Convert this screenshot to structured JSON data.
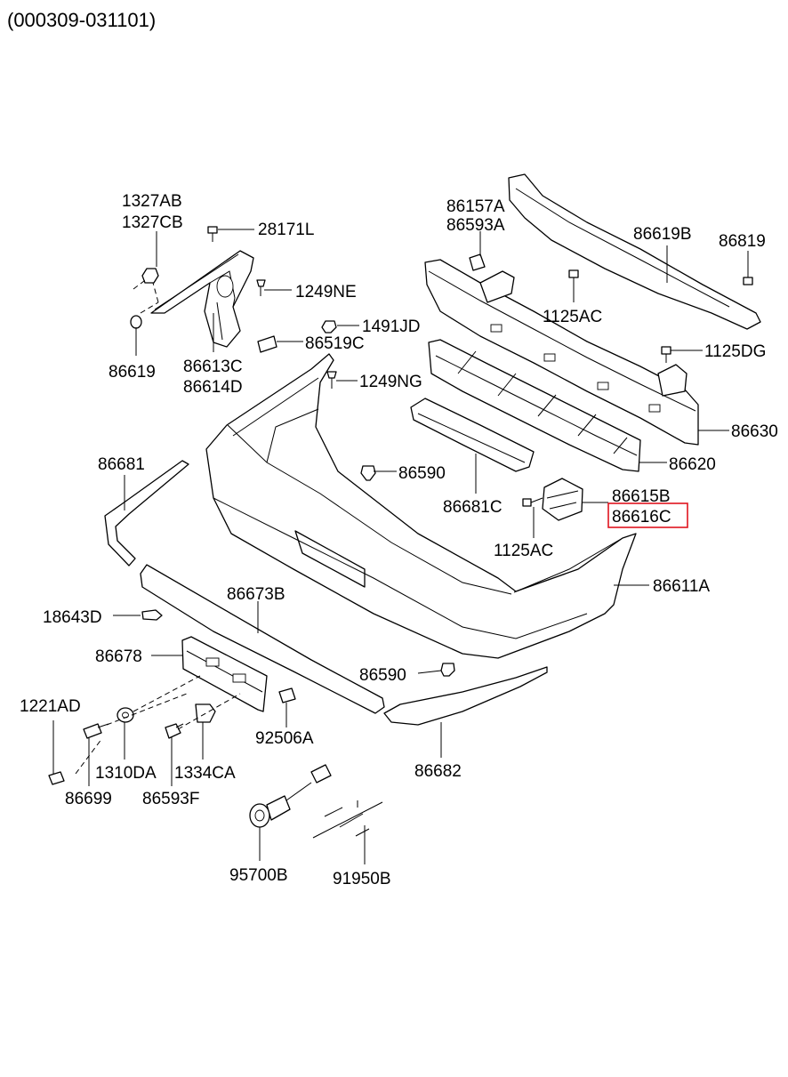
{
  "header": {
    "code": "(000309-031101)"
  },
  "highlight_color": "#e0141e",
  "labels": {
    "p1327AB": "1327AB",
    "p1327CB": "1327CB",
    "p28171L": "28171L",
    "p1249NE": "1249NE",
    "p1491JD": "1491JD",
    "p86519C": "86519C",
    "p86619": "86619",
    "p86613C": "86613C",
    "p86614D": "86614D",
    "p1249NG": "1249NG",
    "p86157A": "86157A",
    "p86593A": "86593A",
    "p86619B": "86619B",
    "p86819": "86819",
    "p1125AC_top": "1125AC",
    "p1125DG": "1125DG",
    "p86630": "86630",
    "p86620": "86620",
    "p86681C": "86681C",
    "p86590_top": "86590",
    "p86681": "86681",
    "p86615B": "86615B",
    "p86616C": "86616C",
    "p1125AC_mid": "1125AC",
    "p86611A": "86611A",
    "p86673B": "86673B",
    "p18643D": "18643D",
    "p86678": "86678",
    "p86590_low": "86590",
    "p1221AD": "1221AD",
    "p92506A": "92506A",
    "p86682": "86682",
    "p1310DA": "1310DA",
    "p1334CA": "1334CA",
    "p86699": "86699",
    "p86593F": "86593F",
    "p95700B": "95700B",
    "p91950B": "91950B"
  }
}
